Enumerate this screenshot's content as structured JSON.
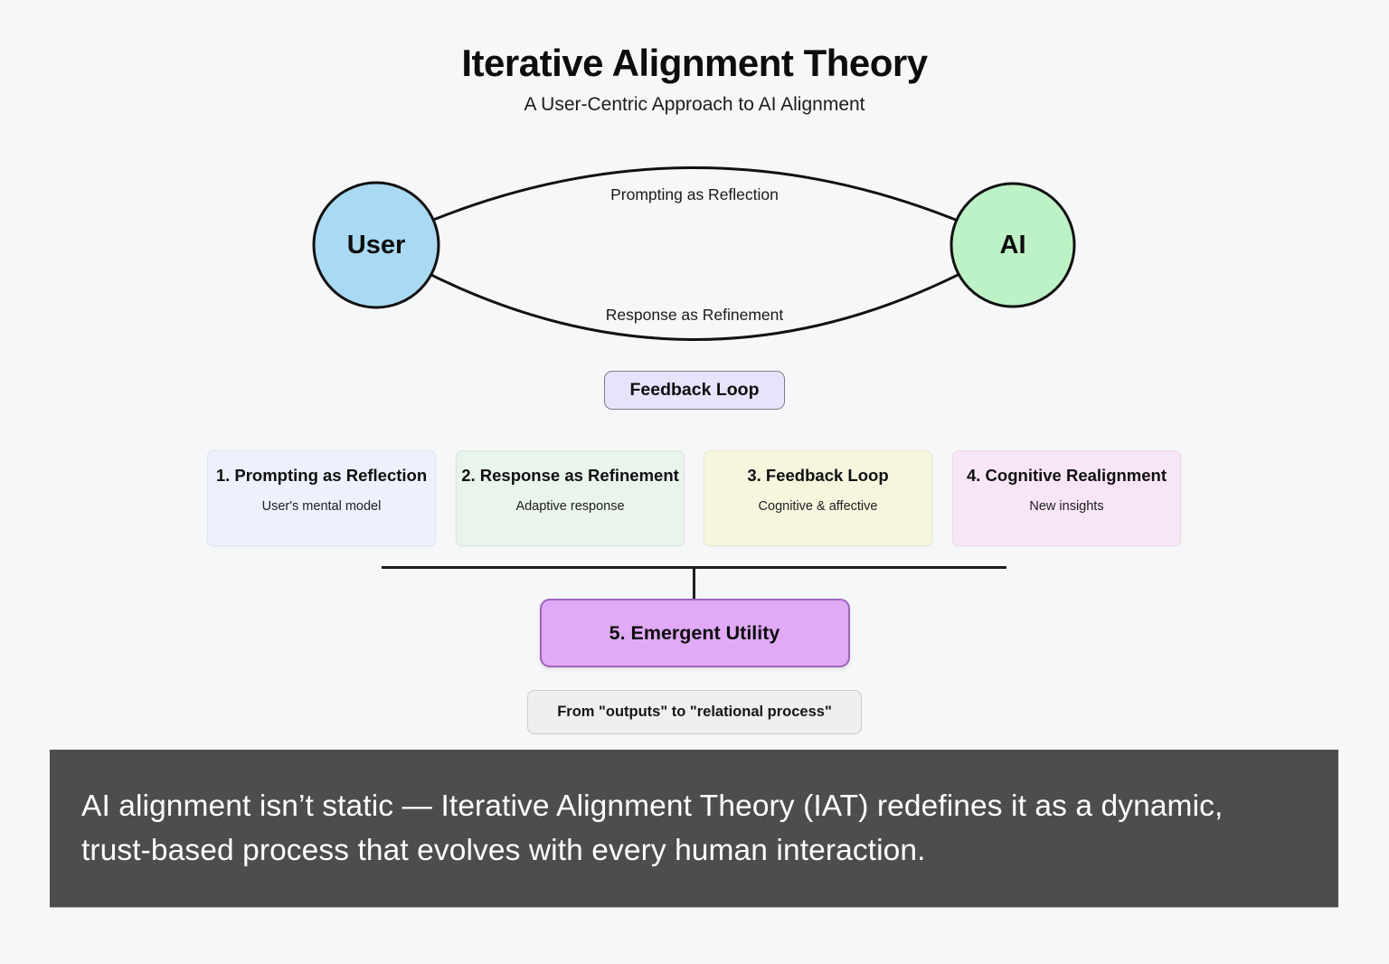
{
  "page": {
    "background": "#f6f7f9"
  },
  "header": {
    "title": "Iterative Alignment Theory",
    "subtitle": "A User-Centric Approach to AI Alignment"
  },
  "loop_diagram": {
    "user_label": "User",
    "ai_label": "AI",
    "top_arc_label": "Prompting as Reflection",
    "bottom_arc_label": "Response as Refinement",
    "feedback_box_label": "Feedback Loop",
    "colors": {
      "user_fill": "#aadaf3",
      "ai_fill": "#bdf2c6",
      "node_stroke": "#111111",
      "arc_stroke": "#111111",
      "feedback_fill": "#e5e4fa",
      "feedback_border": "#7d7d85"
    }
  },
  "stages": [
    {
      "title": "1. Prompting as Reflection",
      "subtitle": "User's mental model",
      "fill": "#edf1fc",
      "border": "#dce3f3"
    },
    {
      "title": "2. Response as Refinement",
      "subtitle": "Adaptive response",
      "fill": "#e9f4ec",
      "border": "#d6e7db"
    },
    {
      "title": "3. Feedback Loop",
      "subtitle": "Cognitive & affective",
      "fill": "#f6f6df",
      "border": "#e7e7c9"
    },
    {
      "title": "4. Cognitive Realignment",
      "subtitle": "New insights",
      "fill": "#f8e5f6",
      "border": "#eed5ea"
    }
  ],
  "emergent": {
    "label": "5. Emergent Utility",
    "fill": "#e0aaf6",
    "border": "#9e63be"
  },
  "quote": {
    "label": "From \"outputs\" to \"relational process\"",
    "fill": "#efefef",
    "border": "#c9cbce"
  },
  "banner": {
    "text": "AI alignment isn’t static — Iterative Alignment Theory (IAT) redefines it as a dynamic, trust-based process that evolves with every human interaction.",
    "background": "#4d4d4d",
    "text_color": "#ffffff"
  }
}
